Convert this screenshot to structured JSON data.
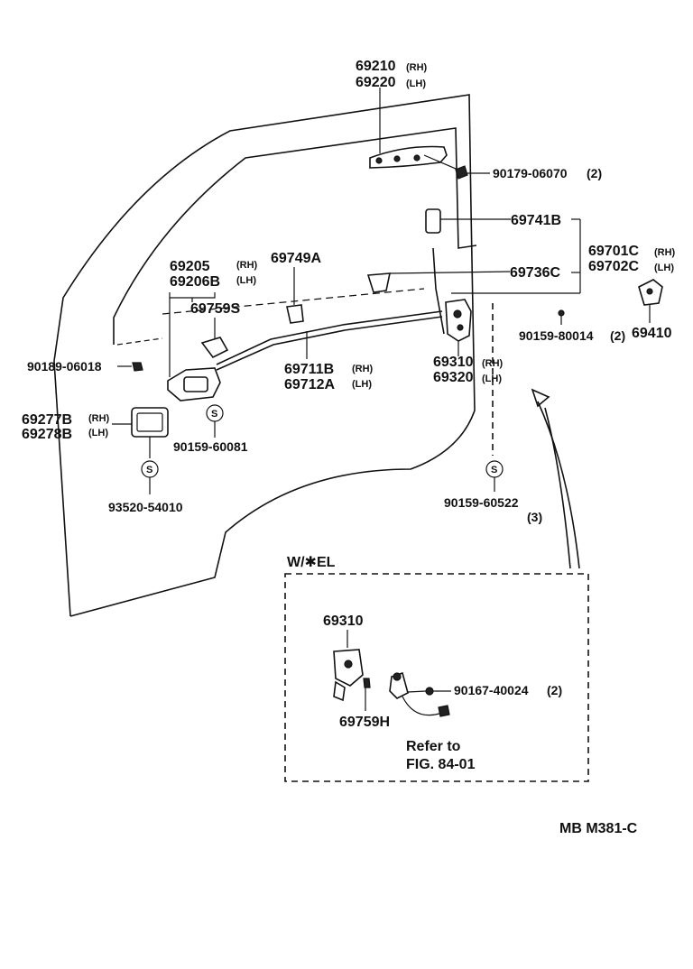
{
  "labels": {
    "p69210": "69210",
    "p69210_side": "(RH)",
    "p69220": "69220",
    "p69220_side": "(LH)",
    "p90179": "90179-06070",
    "p90179_qty": "(2)",
    "p69741": "69741B",
    "p69701": "69701C",
    "p69701_side": "(RH)",
    "p69702": "69702C",
    "p69702_side": "(LH)",
    "p69736": "69736C",
    "p69205": "69205",
    "p69205_side": "(RH)",
    "p69206": "69206B",
    "p69206_side": "(LH)",
    "p69749": "69749A",
    "p69759s": "69759S",
    "p90159_80014": "90159-80014",
    "p90159_80014_qty": "(2)",
    "p69410": "69410",
    "p90189": "90189-06018",
    "p69711": "69711B",
    "p69711_side": "(RH)",
    "p69712": "69712A",
    "p69712_side": "(LH)",
    "p69310": "69310",
    "p69310_side": "(RH)",
    "p69320": "69320",
    "p69320_side": "(LH)",
    "p69277": "69277B",
    "p69277_side": "(RH)",
    "p69278": "69278B",
    "p69278_side": "(LH)",
    "p90159_60081": "90159-60081",
    "p93520": "93520-54010",
    "p90159_60522": "90159-60522",
    "p90159_60522_qty": "(3)",
    "screw_symbol": "S",
    "inset_title": "W/✱EL",
    "inset_69310": "69310",
    "inset_90167": "90167-40024",
    "inset_90167_qty": "(2)",
    "inset_69759h": "69759H",
    "refer_line1": "Refer to",
    "refer_line2": "FIG. 84-01",
    "diagram_code": "MB M381-C"
  }
}
